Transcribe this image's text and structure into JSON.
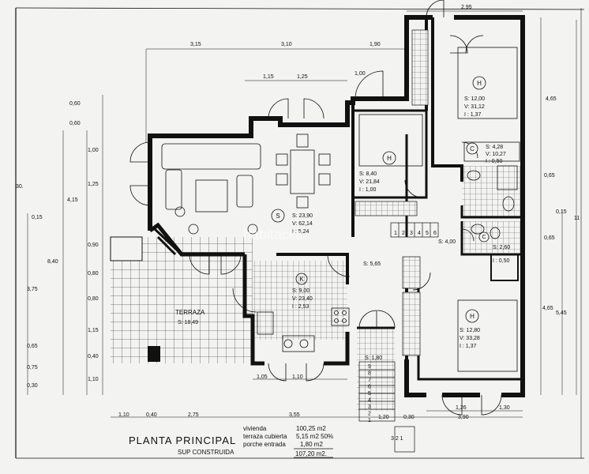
{
  "title": "PLANTA PRINCIPAL",
  "subtitle": "SUP CONSTRUIDA",
  "watermark": "habitaclia",
  "areas": {
    "vivienda_label": "vivienda",
    "vivienda_value": "100,25 m2",
    "terraza_label": "terraza cubierta",
    "terraza_value": "5,15 m2 50%",
    "porche_label": "porche entrada",
    "porche_value": "1,80 m2",
    "total_value": "107,20 m2."
  },
  "rooms": {
    "salon": {
      "code": "S",
      "s": "S: 23,90",
      "v": "V: 62,14",
      "i": "I : 5,24"
    },
    "terraza": {
      "name": "TERRAZA",
      "s": "S: 18,49"
    },
    "cocina": {
      "code": "K",
      "s": "S: 9,00",
      "v": "V: 23,40",
      "i": "I : 2,53"
    },
    "dorm1": {
      "code": "H",
      "s": "S: 8,40",
      "v": "V: 21,84",
      "i": "I : 1,00"
    },
    "dorm2": {
      "code": "H",
      "s": "S: 12,00",
      "v": "V: 31,12",
      "i": "I : 1,37"
    },
    "bano1": {
      "code": "C",
      "s": "S: 4,28",
      "v": "V: 10,27",
      "i": "I : 0,50"
    },
    "bano2": {
      "code": "C",
      "s": "S: 2,60",
      "i": "I : 0,50"
    },
    "dorm3": {
      "code": "H",
      "s": "S: 12,80",
      "v": "V: 33,28",
      "i": "I : 1,37"
    },
    "pasillo": {
      "s": "S: 5,65"
    },
    "distrib": {
      "s": "S: 4,00"
    },
    "porche": {
      "s": "S: 1,80"
    }
  },
  "dims": {
    "top": [
      "3,15",
      "3,10",
      "1,90",
      "2,95"
    ],
    "top2": [
      "1,15",
      "1,25",
      "1,00"
    ],
    "bottom": [
      "1,10",
      "0,40",
      "2,75",
      "3,55",
      "1,20",
      "0,30",
      "3,90"
    ],
    "bottom2": [
      "1,05",
      "1,10",
      "1,26",
      "1,30"
    ],
    "left_outer": [
      "8,40",
      "4,15",
      "3,75"
    ],
    "left_inner": [
      "0,60",
      "0,60",
      "1,00",
      "1,25",
      "0,90",
      "0,80",
      "0,80",
      "1,15",
      "0,40",
      "1,10",
      "0,15",
      "0,65",
      "0,75",
      "0,30"
    ],
    "left_edge": "30.",
    "right": [
      "4,65",
      "0,65",
      "0,15",
      "0,65",
      "4,65",
      "5,45",
      "11"
    ],
    "stairs_top": [
      "1",
      "2",
      "3",
      "4",
      "5",
      "6"
    ],
    "stairs_bottom": [
      "9",
      "8",
      "7",
      "6",
      "5",
      "4",
      "3",
      "2",
      "1"
    ],
    "stair_extra": "3 2 1"
  },
  "colors": {
    "ink": "#111111",
    "paper": "#f3f3f1",
    "tile": "#555555"
  }
}
